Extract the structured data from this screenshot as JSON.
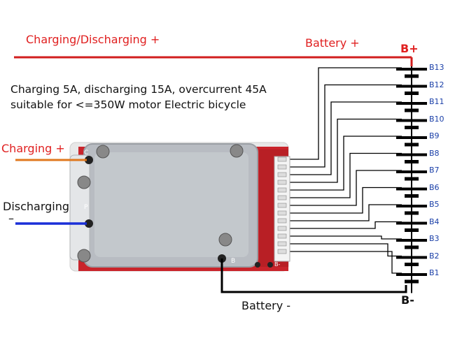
{
  "labels": {
    "charging_discharging_plus": "Charging/Discharging +",
    "battery_plus": "Battery +",
    "b_plus": "B+",
    "b_minus": "B-",
    "battery_minus": "Battery -",
    "charging_plus": "Charging +",
    "discharging": "Discharging",
    "discharging_minus": "–"
  },
  "description": {
    "line1": "Charging 5A, discharging 15A, overcurrent 45A",
    "line2": "suitable for <=350W motor Electric bicycle"
  },
  "cells": [
    "B13",
    "B12",
    "B11",
    "B10",
    "B9",
    "B8",
    "B7",
    "B6",
    "B5",
    "B4",
    "B3",
    "B2",
    "B1"
  ],
  "board_marks": {
    "c_pad": "C",
    "p_pad": "P",
    "b_pad": "B",
    "b_minus_pad": "B-"
  },
  "colors": {
    "positive_wire": "#d21e1e",
    "charging_wire": "#e0781e",
    "discharging_wire": "#1a2fd8",
    "negative_wire": "#000000",
    "cell_label": "#1a3fa8"
  }
}
